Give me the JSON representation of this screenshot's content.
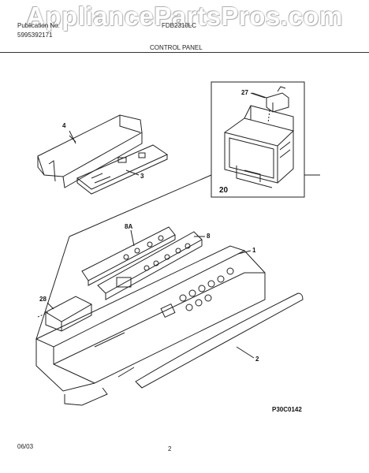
{
  "watermark": "AppliancePartsPros.com",
  "header": {
    "publication_label": "Publication No.",
    "publication_number": "5995392171",
    "model": "FDB2310LC",
    "section_title": "CONTROL PANEL"
  },
  "callouts": {
    "p4": "4",
    "p3": "3",
    "p27": "27",
    "p20": "20",
    "p8a": "8A",
    "p8": "8",
    "p1": "1",
    "p28": "28",
    "p2": "2"
  },
  "figure_code": "P30C0142",
  "footer": {
    "date": "06/03",
    "page": "2"
  }
}
